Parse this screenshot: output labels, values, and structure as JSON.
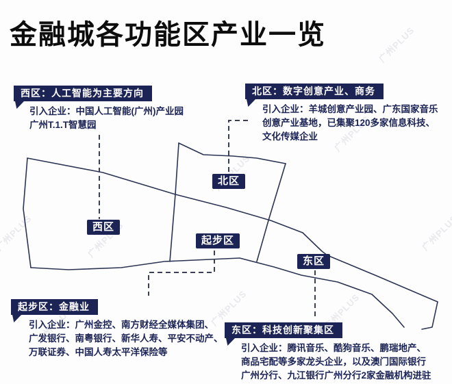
{
  "title": "金融城各功能区产业一览",
  "watermark_text": "广州PLUS",
  "colors": {
    "navy": "#1c2455",
    "map_line": "#2b3352",
    "dash_line": "#3a3f55",
    "title_color": "#0d0d0d"
  },
  "zones": {
    "west": {
      "badge": "西区",
      "header": "西区：人工智能为主要方向",
      "lines": {
        "0": "引入企业：中国人工智能(广州)产业园",
        "1": "广州T.1.T智慧园"
      }
    },
    "north": {
      "badge": "北区",
      "header": "北区：数字创意产业、商务",
      "lines": {
        "0": "引入企业：羊城创意产业园、广东国家音乐",
        "1": "创意产业基地，已集聚120多家信息科技、",
        "2": "文化传媒企业"
      }
    },
    "start": {
      "badge": "起步区",
      "header": "起步区：金融业",
      "lines": {
        "0": "引入企业：广州金控、南方财经全媒体集团、",
        "1": "广发银行、南粤银行、新华人寿、平安不动产、",
        "2": "万联证券、中国人寿太平洋保险等"
      }
    },
    "east": {
      "badge": "东区",
      "header": "东区：科技创新聚集区",
      "lines": {
        "0": "引入企业：腾讯音乐、酷狗音乐、鹏瑞地产、",
        "1": "商品宅配等多家龙头企业，以及澳门国际银行",
        "2": "广州分行、九江银行广州分行2家金融机构进驻"
      }
    }
  }
}
